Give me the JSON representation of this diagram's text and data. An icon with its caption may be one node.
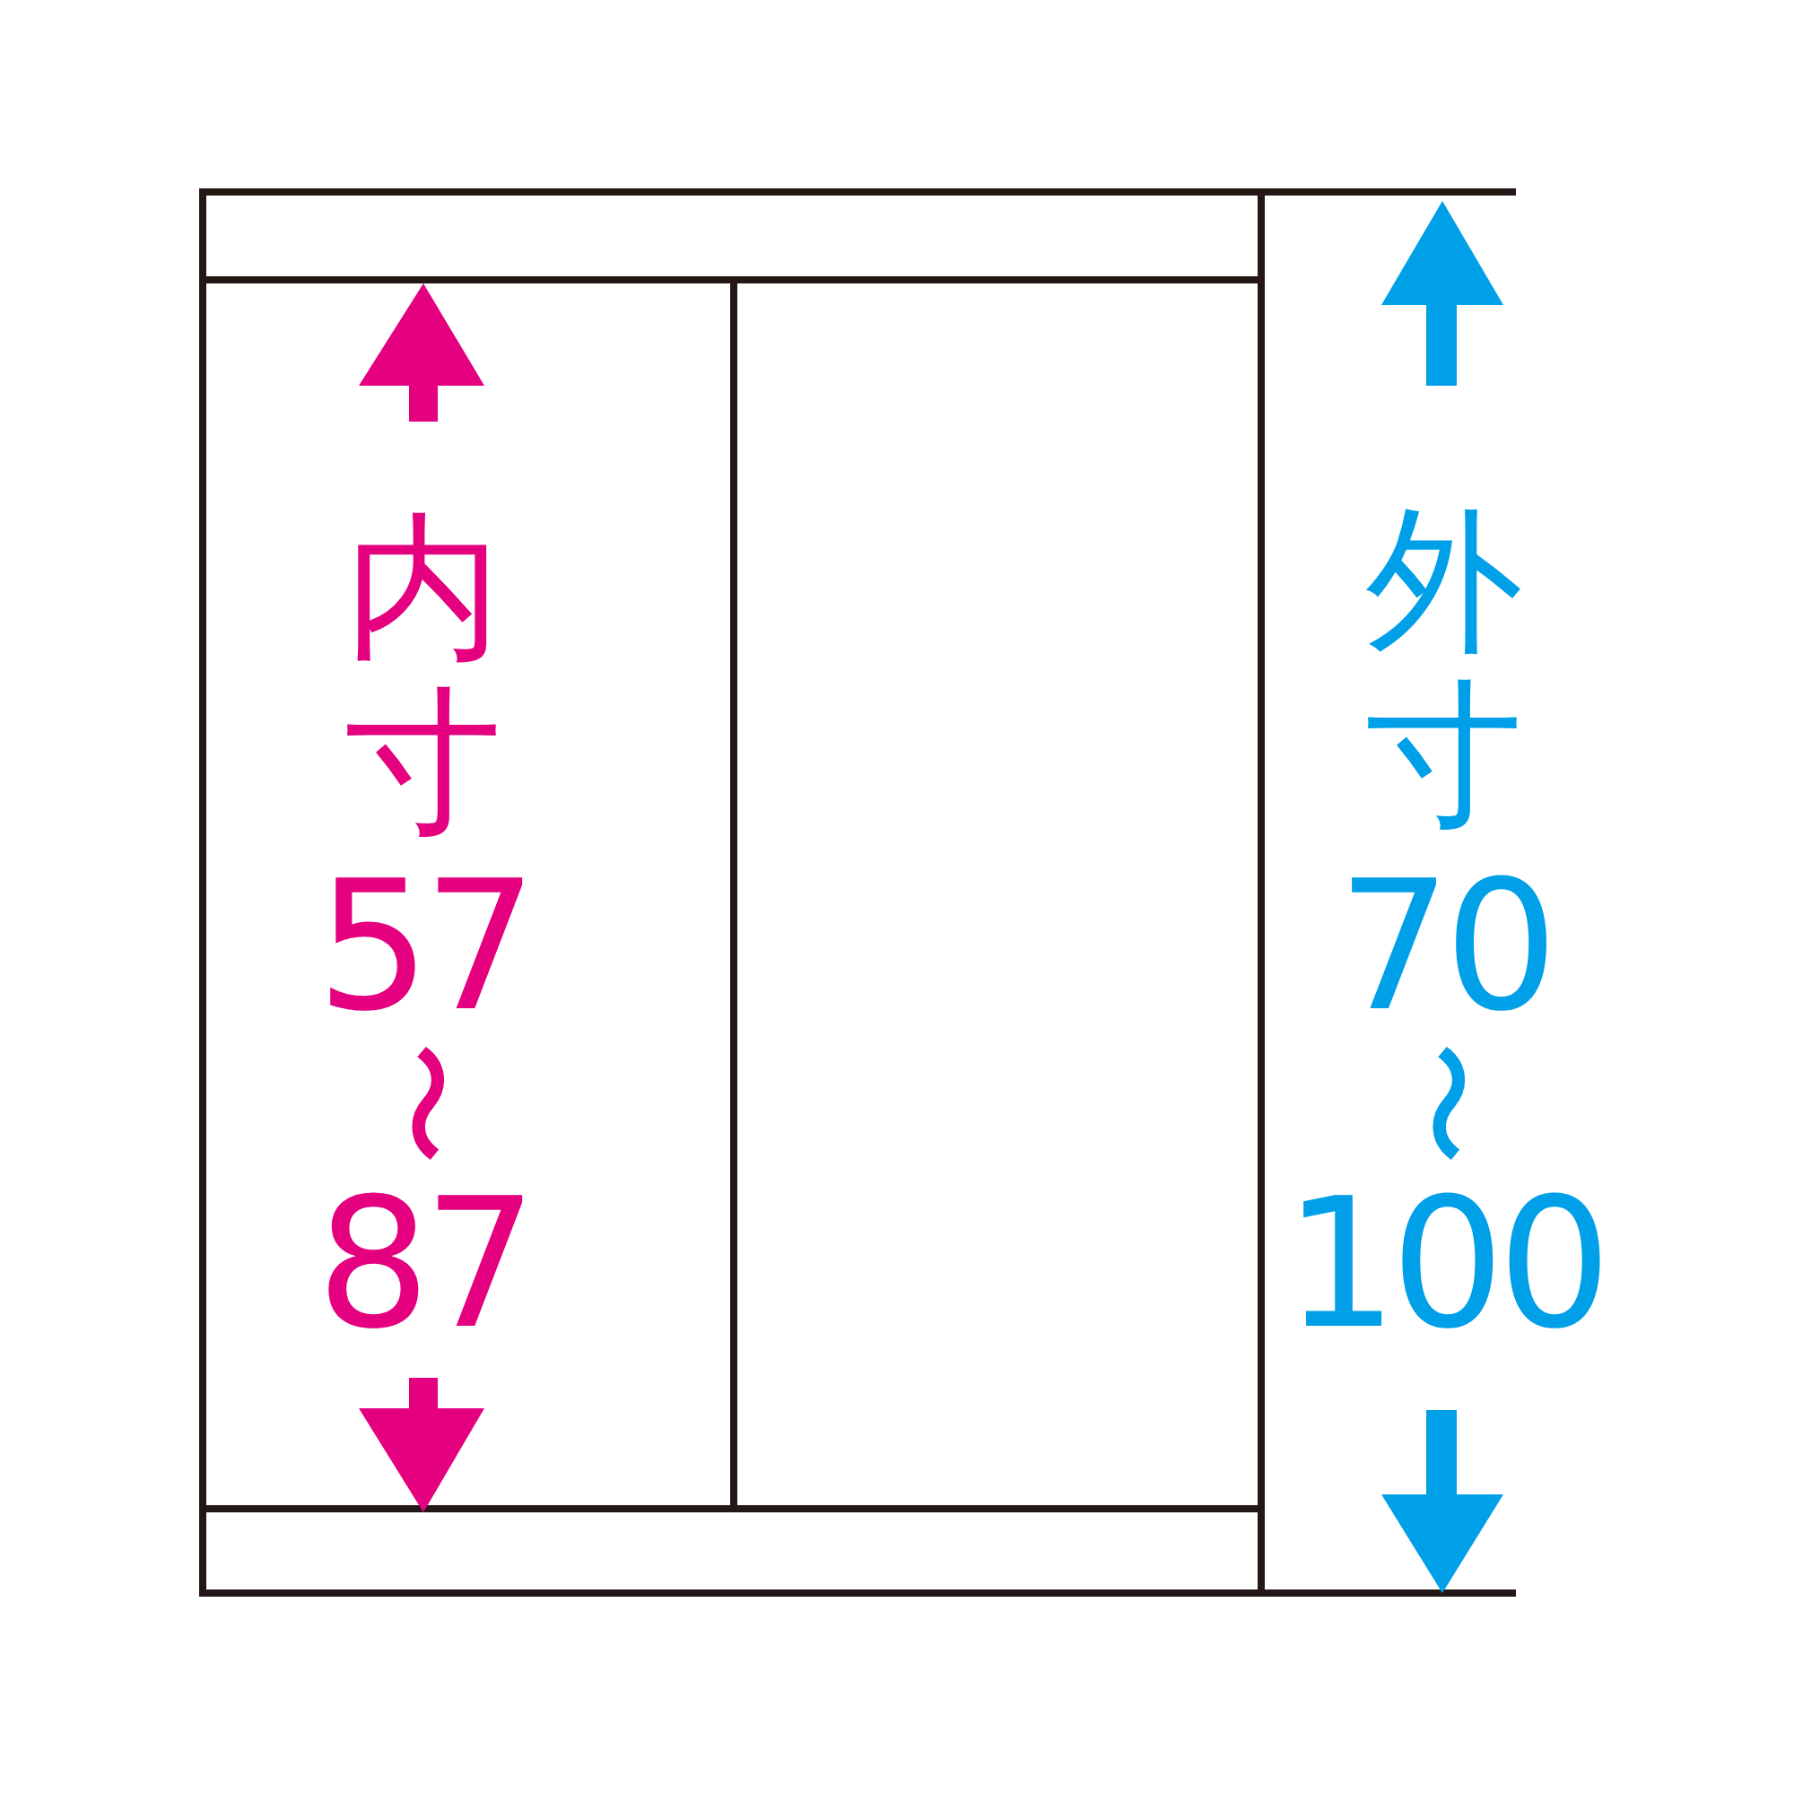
{
  "diagram": {
    "labels": [
      "内寸",
      "57",
      "〜",
      "87",
      "外寸",
      "70",
      "〜",
      "100"
    ]
  }
}
